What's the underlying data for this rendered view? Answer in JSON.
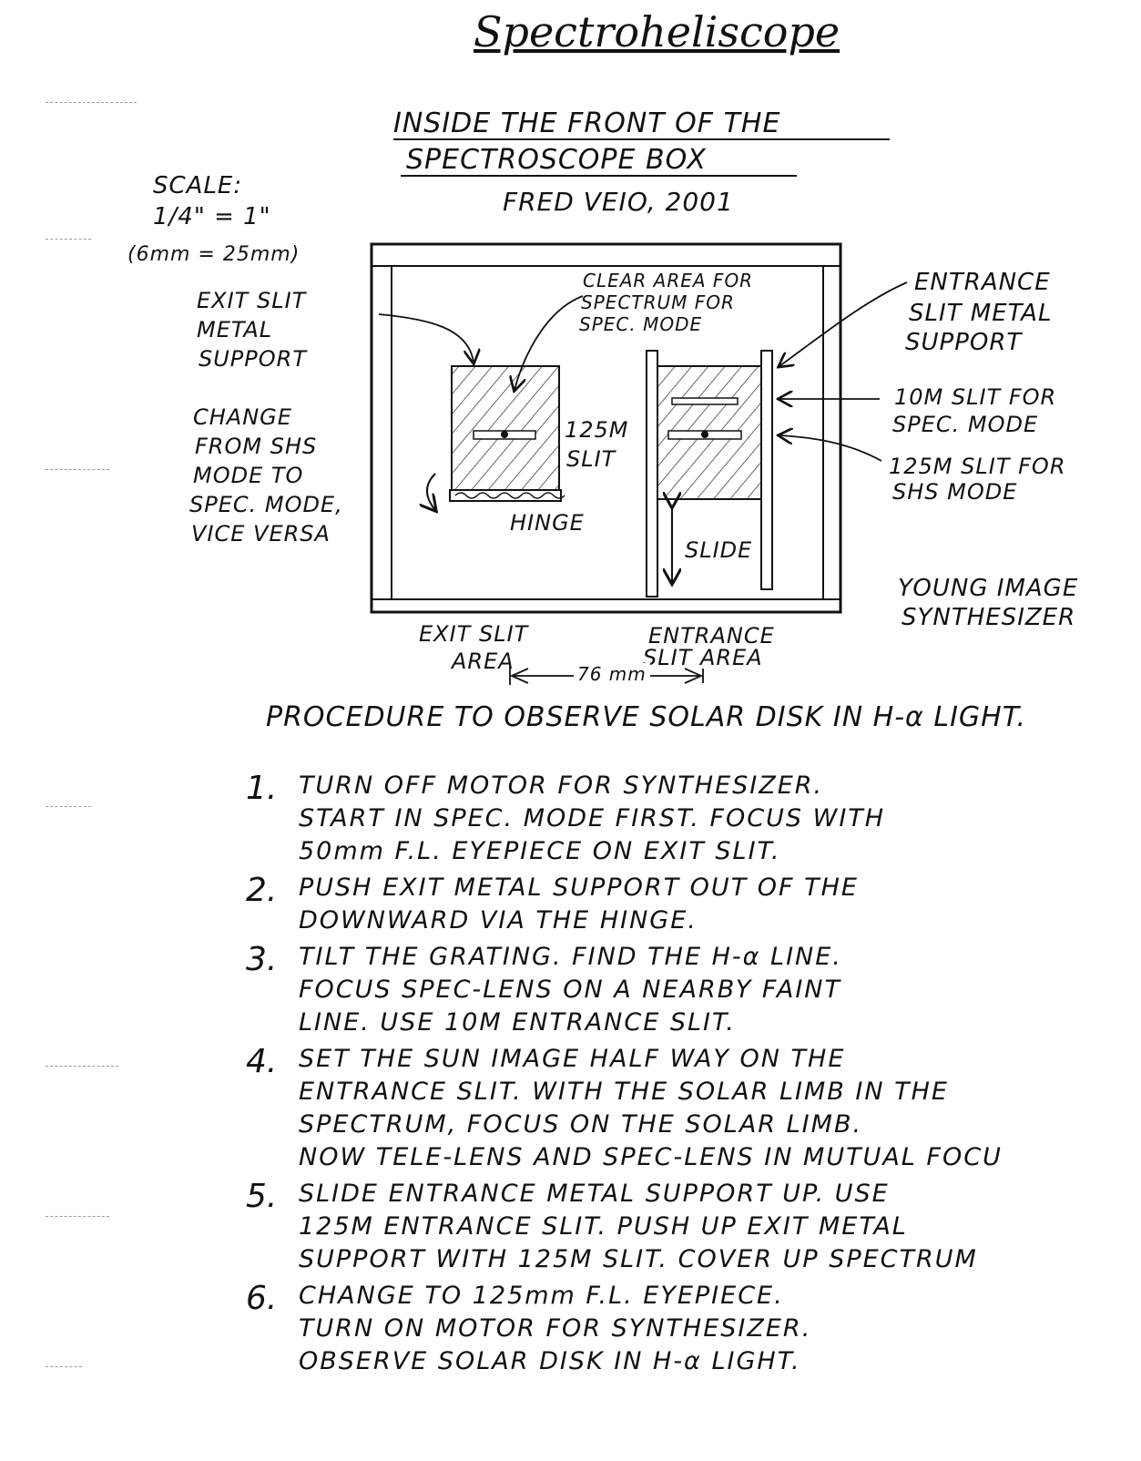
{
  "title": "Spectroheliscope",
  "heading": {
    "line1": "INSIDE THE FRONT OF THE",
    "line2": "SPECTROSCOPE BOX",
    "author": "FRED VEIO, 2001"
  },
  "scale": {
    "label": "SCALE:",
    "ratio": "1/4\" = 1\"",
    "metric": "(6mm = 25mm)"
  },
  "labels": {
    "exit_slit_support": [
      "EXIT SLIT",
      "METAL",
      "SUPPORT"
    ],
    "clear_area": [
      "CLEAR AREA FOR",
      "SPECTRUM FOR",
      "SPEC. MODE"
    ],
    "entrance_slit_support": [
      "ENTRANCE",
      "SLIT METAL",
      "SUPPORT"
    ],
    "change_mode": [
      "CHANGE",
      "FROM SHS",
      "MODE TO",
      "SPEC. MODE,",
      "VICE VERSA"
    ],
    "slit_125": [
      "125M",
      "SLIT"
    ],
    "hinge": "HINGE",
    "slit_10_spec": [
      "10M SLIT FOR",
      "SPEC. MODE"
    ],
    "slit_125_shs": [
      "125M SLIT FOR",
      "SHS MODE"
    ],
    "slide": "SLIDE",
    "young_synth": [
      "YOUNG IMAGE",
      "SYNTHESIZER"
    ],
    "exit_slit_area": [
      "EXIT SLIT",
      "AREA"
    ],
    "entrance_slit_area": [
      "ENTRANCE",
      "SLIT AREA"
    ],
    "distance": "76 mm"
  },
  "procedure": {
    "heading": "PROCEDURE TO OBSERVE SOLAR DISK IN H-α LIGHT.",
    "steps": [
      {
        "num": "1.",
        "lines": [
          "TURN OFF MOTOR FOR SYNTHESIZER.",
          "START IN SPEC. MODE FIRST. FOCUS WITH",
          "50mm F.L. EYEPIECE ON EXIT SLIT."
        ]
      },
      {
        "num": "2.",
        "lines": [
          "PUSH EXIT METAL SUPPORT OUT OF THE",
          "DOWNWARD VIA THE HINGE."
        ]
      },
      {
        "num": "3.",
        "lines": [
          "TILT THE GRATING. FIND THE H-α LINE.",
          "FOCUS SPEC-LENS ON A NEARBY FAINT",
          "LINE. USE 10M ENTRANCE SLIT."
        ]
      },
      {
        "num": "4.",
        "lines": [
          "SET THE SUN IMAGE HALF WAY ON THE",
          "ENTRANCE SLIT. WITH THE SOLAR LIMB IN THE",
          "SPECTRUM, FOCUS ON THE SOLAR LIMB.",
          "NOW TELE-LENS AND SPEC-LENS IN MUTUAL FOCU"
        ]
      },
      {
        "num": "5.",
        "lines": [
          "SLIDE ENTRANCE METAL SUPPORT UP. USE",
          "125M ENTRANCE SLIT. PUSH UP EXIT METAL",
          "SUPPORT WITH 125M SLIT. COVER UP SPECTRUM"
        ]
      },
      {
        "num": "6.",
        "lines": [
          "CHANGE TO 125mm F.L. EYEPIECE.",
          "TURN ON MOTOR FOR SYNTHESIZER.",
          "OBSERVE SOLAR DISK IN H-α LIGHT."
        ]
      }
    ]
  }
}
